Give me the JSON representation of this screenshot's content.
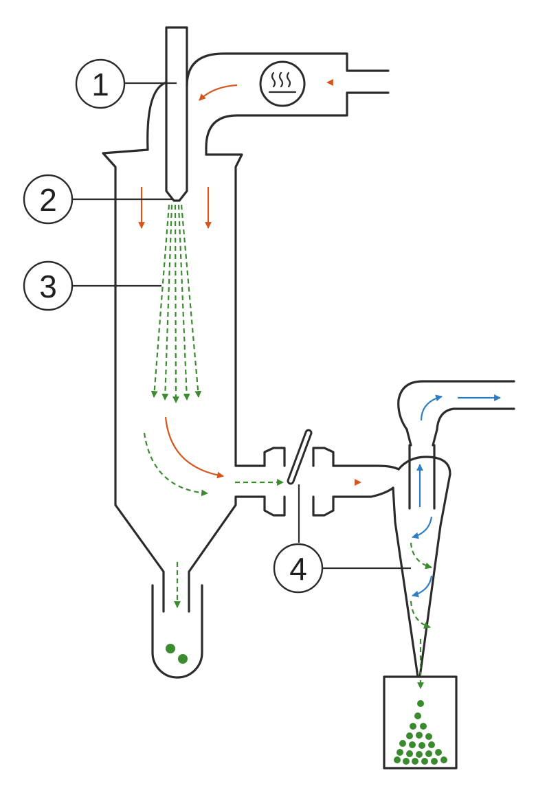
{
  "callouts": [
    {
      "id": "1",
      "label": "1"
    },
    {
      "id": "2",
      "label": "2"
    },
    {
      "id": "3",
      "label": "3"
    },
    {
      "id": "4",
      "label": "4"
    }
  ],
  "colors": {
    "outline": "#2b2b2b",
    "hot_air_flow": "#d4561e",
    "exhaust_air_flow": "#2f7ec2",
    "particle_flow": "#3a8a2e"
  },
  "icons": {
    "heater": "heater-icon"
  }
}
